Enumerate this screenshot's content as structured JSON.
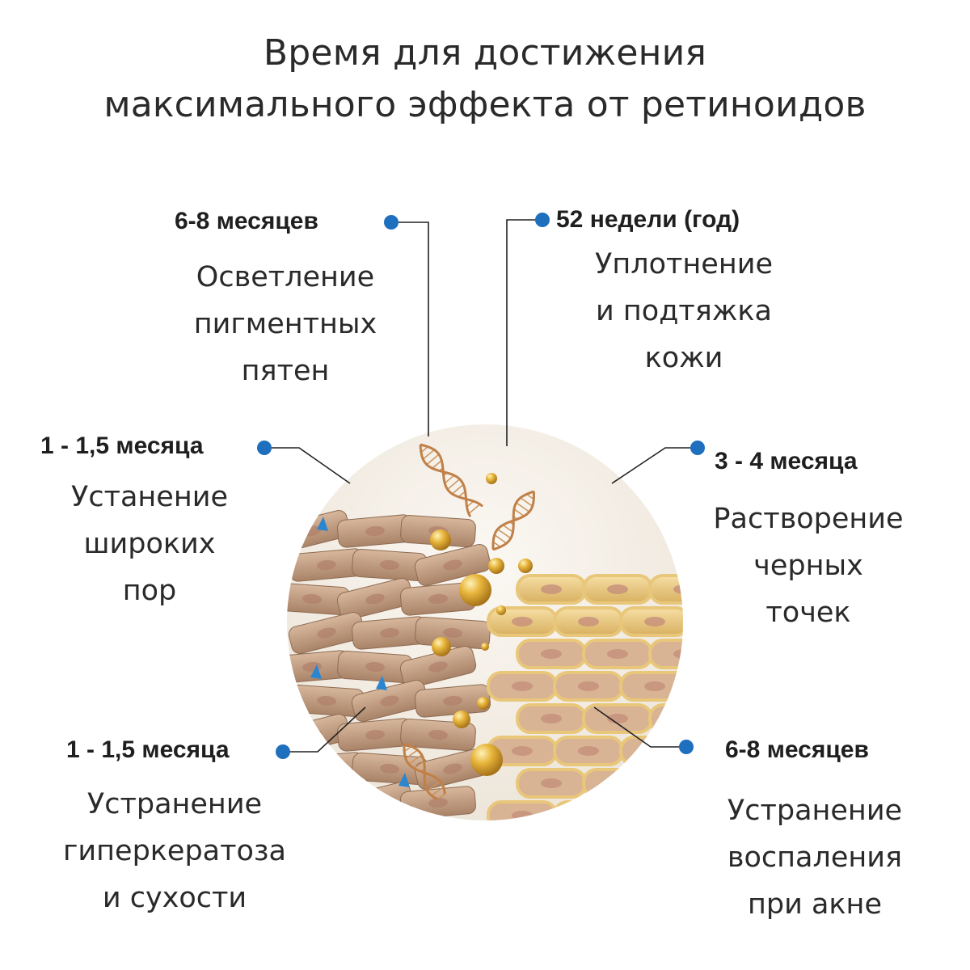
{
  "title": {
    "line1": "Время для достижения",
    "line2": "максимального эффекта от ретиноидов"
  },
  "colors": {
    "dot": "#1f6fbf",
    "line": "#222222",
    "cell_brown": "#c4a287",
    "cell_gold": "#e9c77a",
    "sphere_gold": "#d9a52e"
  },
  "image": {
    "description_icon": "skin-layers-illustration"
  },
  "effects": [
    {
      "id": "pigment",
      "time": "6-8 месяцев",
      "lines": [
        "Осветление",
        "пигментных",
        "пятен"
      ]
    },
    {
      "id": "firming",
      "time": "52 недели (год)",
      "lines": [
        "Уплотнение",
        "и подтяжка",
        "кожи"
      ]
    },
    {
      "id": "pores",
      "time": "1 - 1,5 месяца",
      "lines": [
        "Устанение",
        "широких",
        "пор"
      ]
    },
    {
      "id": "blackheads",
      "time": "3 - 4 месяца",
      "lines": [
        "Растворение",
        "черных",
        "точек"
      ]
    },
    {
      "id": "hyperkeratosis",
      "time": "1 - 1,5 месяца",
      "lines": [
        "Устранение",
        "гиперкератоза",
        "и сухости"
      ]
    },
    {
      "id": "acne",
      "time": "6-8 месяцев",
      "lines": [
        "Устранение",
        "воспаления",
        "при акне"
      ]
    }
  ]
}
